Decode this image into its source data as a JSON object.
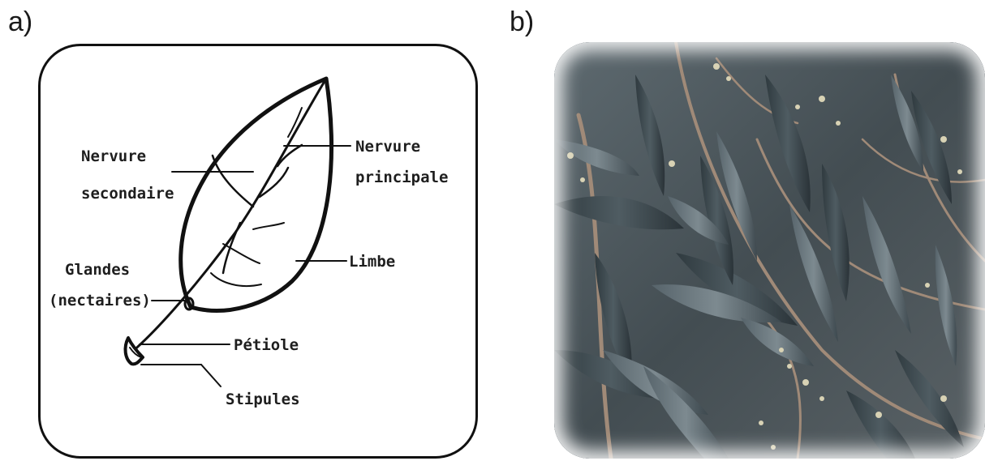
{
  "panels": {
    "a": {
      "label": "a)"
    },
    "b": {
      "label": "b)"
    }
  },
  "diagram": {
    "labels": {
      "nervure_secondaire_1": "Nervure",
      "nervure_secondaire_2": "secondaire",
      "nervure_principale_1": "Nervure",
      "nervure_principale_2": "principale",
      "glandes_1": "Glandes",
      "glandes_2": "(nectaires)",
      "limbe": "Limbe",
      "petiole": "Pétiole",
      "stipules": "Stipules"
    }
  },
  "colors": {
    "ink": "#111111",
    "leaf_dark": "#3c464c",
    "leaf_mid": "#6a767c",
    "stem": "#9c8878",
    "flower": "#d8d2b4"
  }
}
